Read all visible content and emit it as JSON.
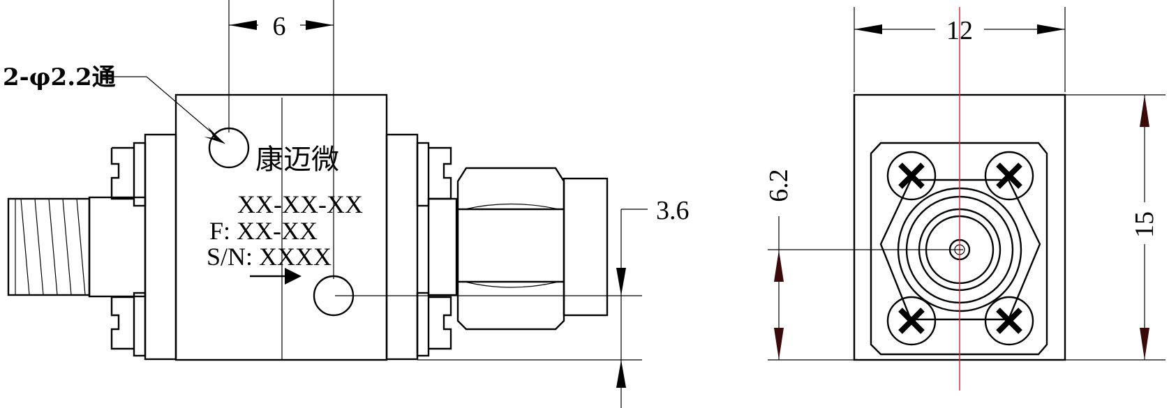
{
  "dimensions": {
    "mount_hole_spacing": "6",
    "hole_offset": "3.6",
    "width": "12",
    "height": "15",
    "connector_center": "6.2"
  },
  "hole_callout": "2-φ2.2通",
  "marking": {
    "brand": "康迈微",
    "model": "XX-XX-XX",
    "frequency": "F: XX-XX",
    "serial": "S/N: XXXX"
  }
}
